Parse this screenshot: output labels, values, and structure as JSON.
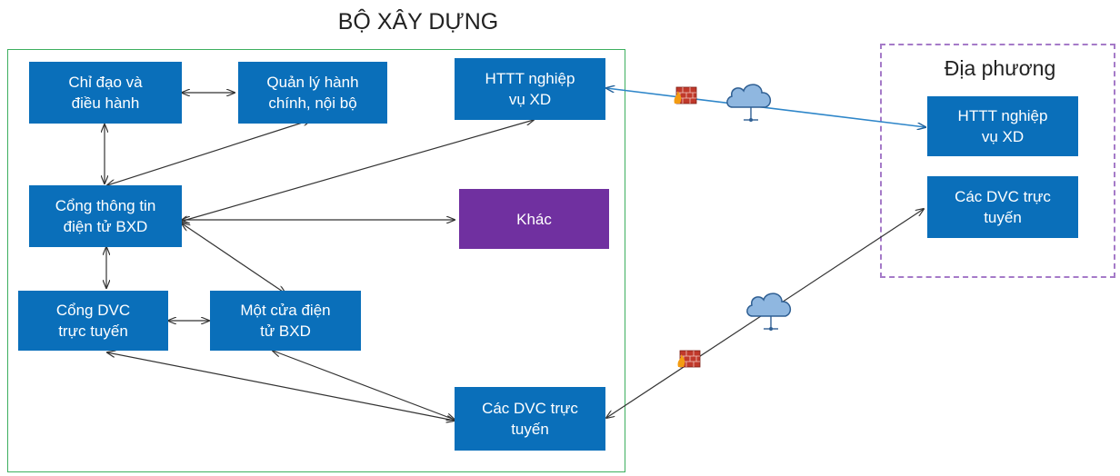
{
  "title": "BỘ XÂY DỰNG",
  "region_label": "Địa phương",
  "nodes": {
    "chi_dao": "Chỉ đạo và\nđiều hành",
    "quan_ly": "Quản lý hành\nchính, nội bộ",
    "httt_bxd": "HTTT nghiệp\nvụ XD",
    "cong_tt": "Cổng thông tin\nđiện tử BXD",
    "khac": "Khác",
    "cong_dvc": "Cổng DVC\ntrực tuyến",
    "mot_cua": "Một cửa điện\ntử BXD",
    "cac_dvc_bxd": "Các DVC trực\ntuyến",
    "httt_dp": "HTTT nghiệp\nvụ XD",
    "cac_dvc_dp": "Các DVC trực\ntuyến"
  },
  "colors": {
    "box": "#0a6fba",
    "box_other": "#7030a0",
    "frame_ministry": "#3daf5f",
    "frame_local": "#a57ac8",
    "link_network": "#2e86c9",
    "cloud": "#3f7fbf",
    "firewall": "#c0392b"
  },
  "icons": [
    "cloud-icon",
    "firewall-icon"
  ]
}
